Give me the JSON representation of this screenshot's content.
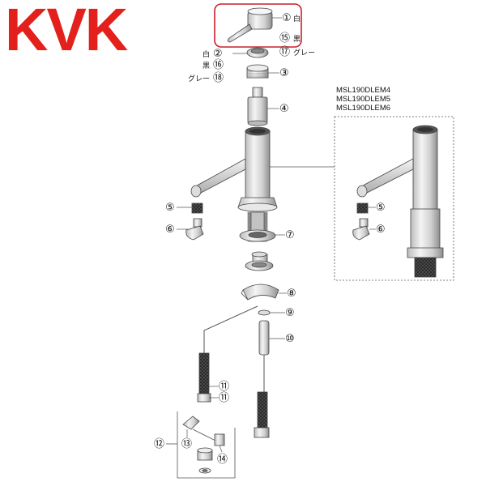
{
  "brand": {
    "logo_text": "KVK",
    "logo_color": "#e3201b"
  },
  "variant_models": [
    "MSL190DLEM4",
    "MSL190DLEM5",
    "MSL190DLEM6"
  ],
  "highlight_color": "#c8202a",
  "parts": [
    {
      "num": "1",
      "label": "①",
      "color_text": "白"
    },
    {
      "num": "15",
      "label": "⑮",
      "color_text": "黒"
    },
    {
      "num": "17",
      "label": "⑰",
      "color_text": "グレー"
    },
    {
      "num": "2",
      "label": "②",
      "color_text": "白"
    },
    {
      "num": "16",
      "label": "⑯",
      "color_text": "黒"
    },
    {
      "num": "18",
      "label": "⑱",
      "color_text": "グレー"
    },
    {
      "num": "3",
      "label": "③"
    },
    {
      "num": "4",
      "label": "④"
    },
    {
      "num": "5",
      "label": "⑤"
    },
    {
      "num": "6",
      "label": "⑥"
    },
    {
      "num": "7",
      "label": "⑦"
    },
    {
      "num": "8",
      "label": "⑧"
    },
    {
      "num": "9",
      "label": "⑨"
    },
    {
      "num": "10",
      "label": "⑩"
    },
    {
      "num": "11",
      "label": "⑪"
    },
    {
      "num": "12",
      "label": "⑫"
    },
    {
      "num": "13",
      "label": "⑬"
    },
    {
      "num": "14",
      "label": "⑭"
    }
  ],
  "variant_callouts": [
    {
      "label": "⑤"
    },
    {
      "label": "⑥"
    }
  ]
}
